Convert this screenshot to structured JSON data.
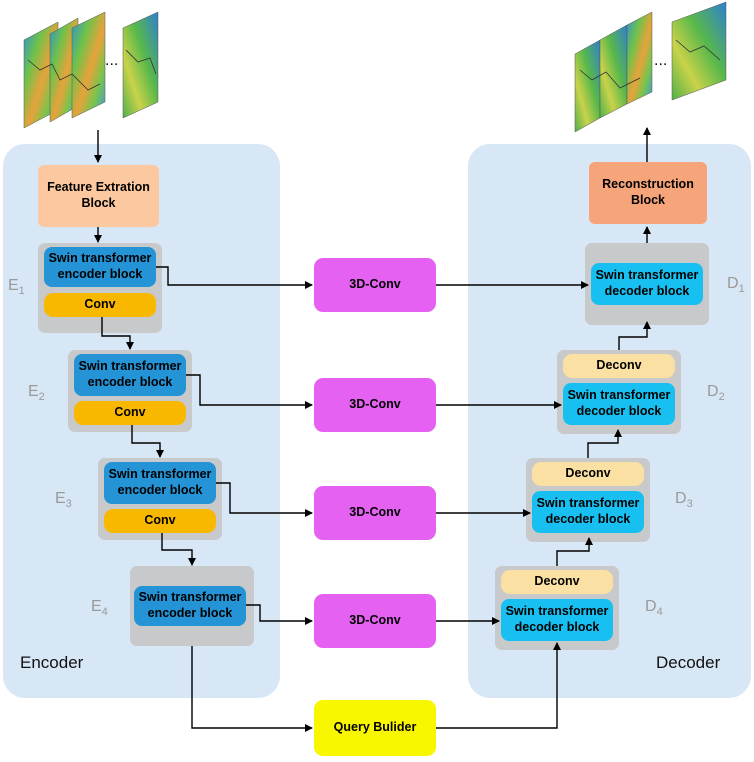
{
  "encoder": {
    "title": "Encoder",
    "feature_block": "Feature Extration Block",
    "stages": [
      {
        "label": "E",
        "sub": "1",
        "block": "Swin transformer encoder block",
        "conv": "Conv"
      },
      {
        "label": "E",
        "sub": "2",
        "block": "Swin transformer encoder block",
        "conv": "Conv"
      },
      {
        "label": "E",
        "sub": "3",
        "block": "Swin transformer encoder block",
        "conv": "Conv"
      },
      {
        "label": "E",
        "sub": "4",
        "block": "Swin transformer encoder block"
      }
    ]
  },
  "skips": [
    "3D-Conv",
    "3D-Conv",
    "3D-Conv",
    "3D-Conv"
  ],
  "query_builder": "Query Bulider",
  "decoder": {
    "title": "Decoder",
    "reconstruction_block": "Reconstruction Block",
    "stages": [
      {
        "label": "D",
        "sub": "1",
        "block": "Swin transformer decoder block"
      },
      {
        "label": "D",
        "sub": "2",
        "block": "Swin transformer decoder block",
        "deconv": "Deconv"
      },
      {
        "label": "D",
        "sub": "3",
        "block": "Swin transformer decoder block",
        "deconv": "Deconv"
      },
      {
        "label": "D",
        "sub": "4",
        "block": "Swin transformer decoder block",
        "deconv": "Deconv"
      }
    ]
  },
  "ellipsis": "...",
  "colors": {
    "panel": "#d7e7f5",
    "encoder_block": "#2494d6",
    "decoder_block": "#17c0f0",
    "conv": "#f9b800",
    "deconv": "#fae0a3",
    "conv3d": "#e561f1",
    "query_builder": "#f9f700"
  }
}
